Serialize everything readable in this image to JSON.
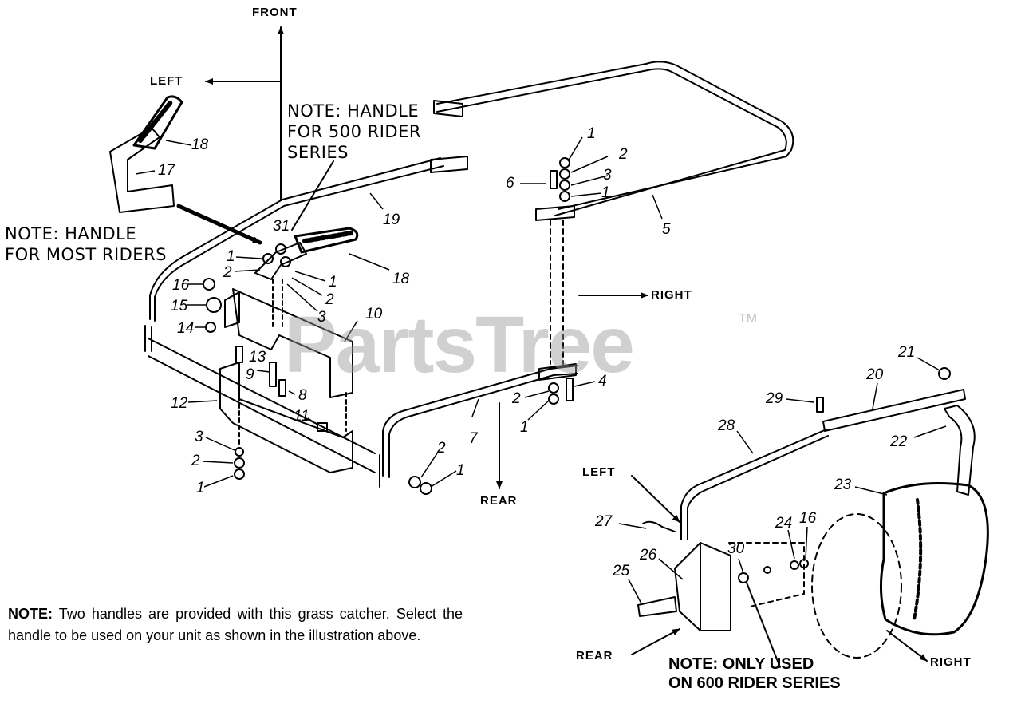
{
  "directions": {
    "front": "FRONT",
    "left_top": "LEFT",
    "right_mid": "RIGHT",
    "rear_mid": "REAR",
    "left_lower": "LEFT",
    "rear_lower": "REAR",
    "right_lower": "RIGHT"
  },
  "notes": {
    "handle_500": "NOTE: HANDLE\nFOR 500 RIDER\nSERIES",
    "handle_most": "NOTE: HANDLE\nFOR MOST RIDERS",
    "only_600": "NOTE: ONLY USED\nON 600 RIDER SERIES",
    "bottom_label": "NOTE:",
    "bottom_text": "Two handles are provided with this grass catcher. Select the handle to be used on your unit as shown in the illustration above."
  },
  "watermark": {
    "text": "PartsTree",
    "tm": "TM"
  },
  "callouts": [
    {
      "id": "c18a",
      "text": "18"
    },
    {
      "id": "c17",
      "text": "17"
    },
    {
      "id": "c31",
      "text": "31"
    },
    {
      "id": "c19",
      "text": "19"
    },
    {
      "id": "c18b",
      "text": "18"
    },
    {
      "id": "c1a",
      "text": "1"
    },
    {
      "id": "c2a",
      "text": "2"
    },
    {
      "id": "c1b",
      "text": "1"
    },
    {
      "id": "c2b",
      "text": "2"
    },
    {
      "id": "c3a",
      "text": "3"
    },
    {
      "id": "c16a",
      "text": "16"
    },
    {
      "id": "c15",
      "text": "15"
    },
    {
      "id": "c14",
      "text": "14"
    },
    {
      "id": "c10",
      "text": "10"
    },
    {
      "id": "c13",
      "text": "13"
    },
    {
      "id": "c9",
      "text": "9"
    },
    {
      "id": "c8",
      "text": "8"
    },
    {
      "id": "c12",
      "text": "12"
    },
    {
      "id": "c11",
      "text": "11"
    },
    {
      "id": "c3b",
      "text": "3"
    },
    {
      "id": "c2c",
      "text": "2"
    },
    {
      "id": "c1c",
      "text": "1"
    },
    {
      "id": "c2d",
      "text": "2"
    },
    {
      "id": "c1d",
      "text": "1"
    },
    {
      "id": "c7",
      "text": "7"
    },
    {
      "id": "c2e",
      "text": "2"
    },
    {
      "id": "c1e",
      "text": "1"
    },
    {
      "id": "c4",
      "text": "4"
    },
    {
      "id": "c6",
      "text": "6"
    },
    {
      "id": "c1f",
      "text": "1"
    },
    {
      "id": "c2f",
      "text": "2"
    },
    {
      "id": "c3c",
      "text": "3"
    },
    {
      "id": "c1g",
      "text": "1"
    },
    {
      "id": "c5",
      "text": "5"
    },
    {
      "id": "c21",
      "text": "21"
    },
    {
      "id": "c20",
      "text": "20"
    },
    {
      "id": "c29",
      "text": "29"
    },
    {
      "id": "c28",
      "text": "28"
    },
    {
      "id": "c22",
      "text": "22"
    },
    {
      "id": "c23",
      "text": "23"
    },
    {
      "id": "c27",
      "text": "27"
    },
    {
      "id": "c24",
      "text": "24"
    },
    {
      "id": "c16b",
      "text": "16"
    },
    {
      "id": "c30",
      "text": "30"
    },
    {
      "id": "c26",
      "text": "26"
    },
    {
      "id": "c25",
      "text": "25"
    }
  ]
}
